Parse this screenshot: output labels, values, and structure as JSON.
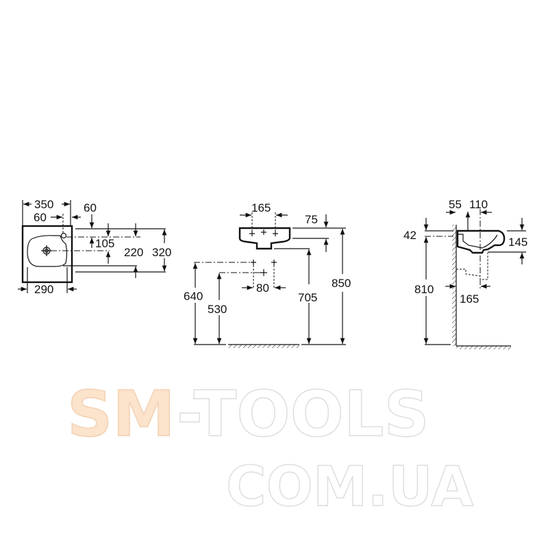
{
  "top_view": {
    "width_total": "350",
    "tap_offset_left": "60",
    "tap_offset_right": "60",
    "tap_from_back": "105",
    "drain_from_back": "220",
    "depth_total": "320",
    "bowl_width": "290"
  },
  "front_view": {
    "tap_spacing": "165",
    "basin_height": "75",
    "height_top": "850",
    "height_bottom": "705",
    "supply_height": "640",
    "waste_height": "530",
    "supply_spacing": "80"
  },
  "side_view": {
    "wall_offset": "55",
    "drain_offset": "110",
    "fixing_drop": "42",
    "bowl_depth": "145",
    "fixing_height": "810",
    "trap_offset": "165"
  },
  "watermark": {
    "line1_a": "SM",
    "line1_b": "-TOOLS",
    "line2": "COM.UA",
    "color_accent": "#fbe3cc",
    "color_outline": "#dcdcdc"
  }
}
